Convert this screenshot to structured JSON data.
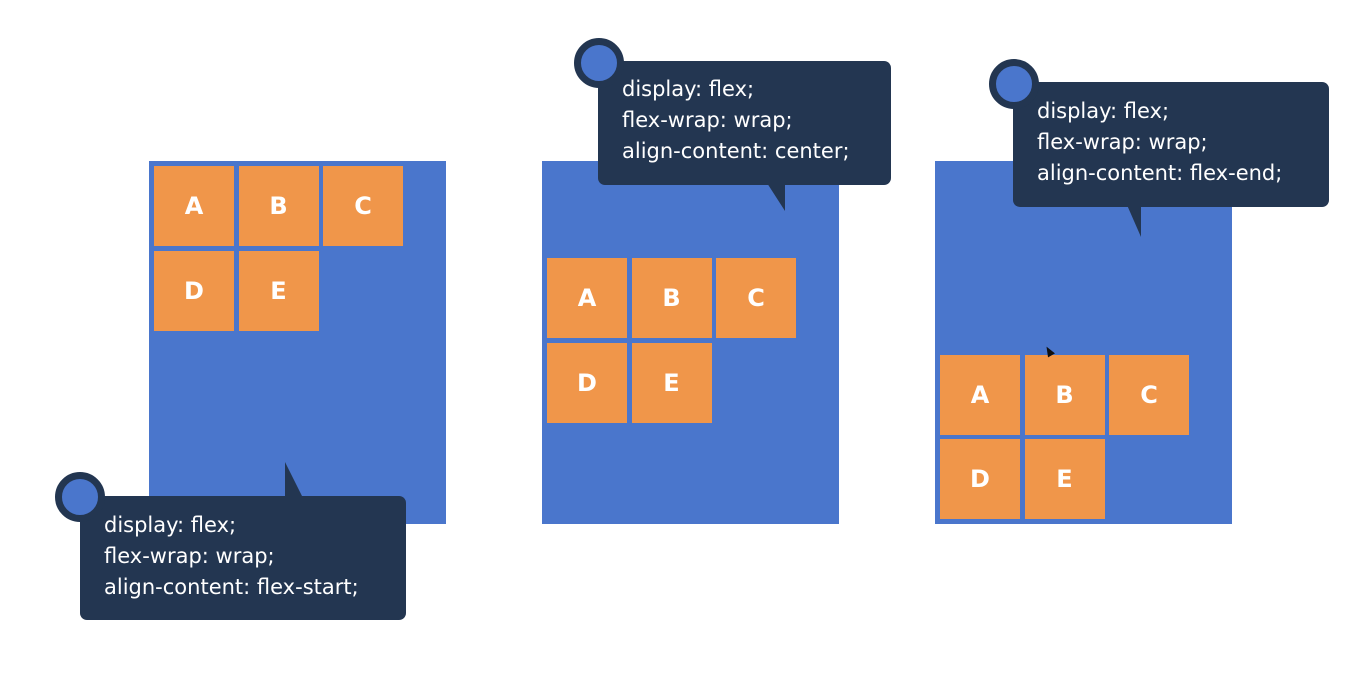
{
  "colors": {
    "container": "#4a76cc",
    "item": "#f0964a",
    "bubble": "#233651",
    "text": "#ffffff"
  },
  "examples": [
    {
      "items": [
        "A",
        "B",
        "C",
        "D",
        "E"
      ],
      "code": [
        "display: flex;",
        "flex-wrap: wrap;",
        "align-content: flex-start;"
      ]
    },
    {
      "items": [
        "A",
        "B",
        "C",
        "D",
        "E"
      ],
      "code": [
        "display: flex;",
        "flex-wrap: wrap;",
        "align-content: center;"
      ]
    },
    {
      "items": [
        "A",
        "B",
        "C",
        "D",
        "E"
      ],
      "code": [
        "display: flex;",
        "flex-wrap: wrap;",
        "align-content: flex-end;"
      ]
    }
  ]
}
